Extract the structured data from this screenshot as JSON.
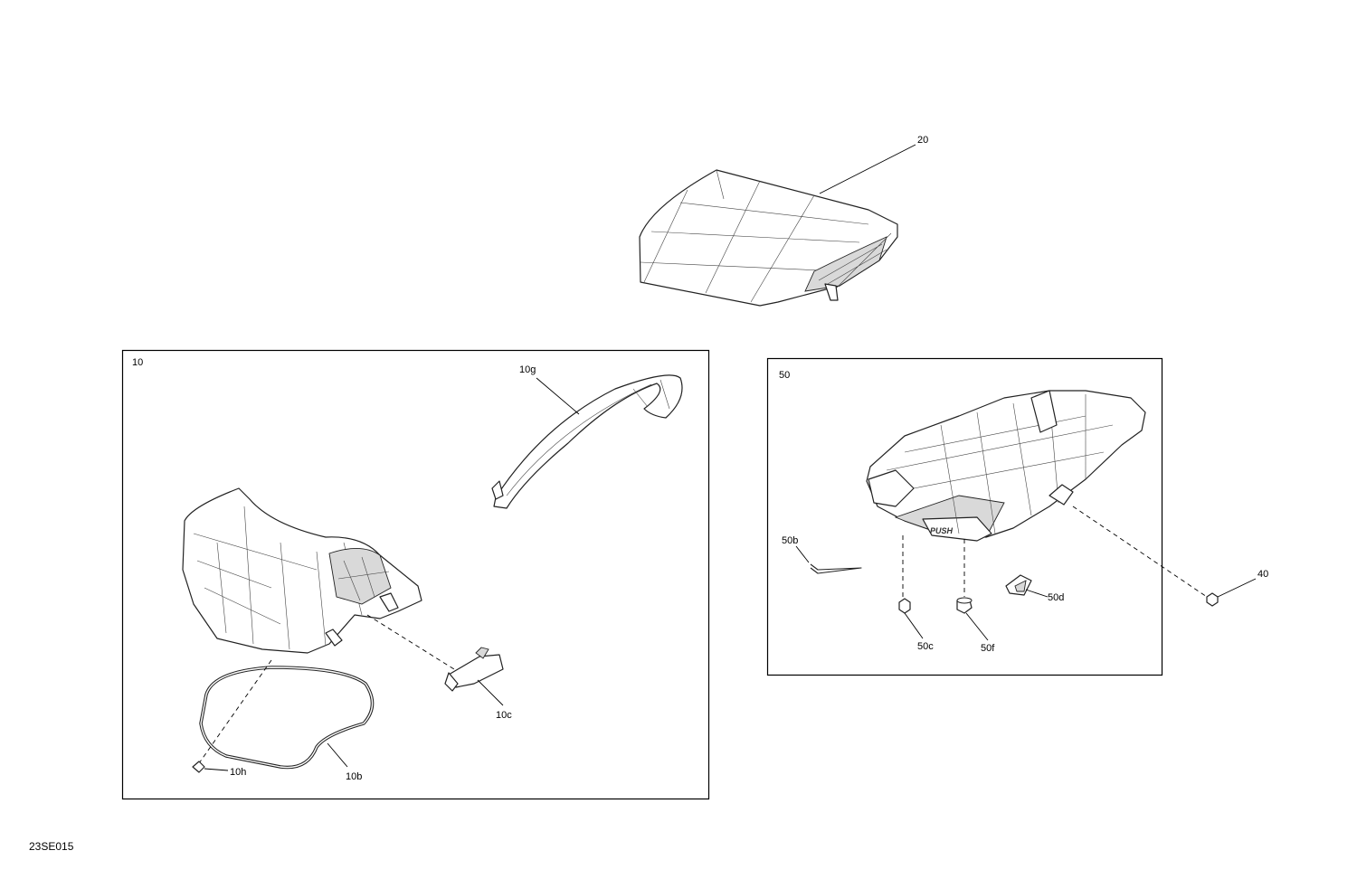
{
  "drawing_code": "23SE015",
  "callouts": {
    "p20": "20",
    "p10": "10",
    "p10g": "10g",
    "p10c": "10c",
    "p10h": "10h",
    "p10b": "10b",
    "p50": "50",
    "p50b": "50b",
    "p50c": "50c",
    "p50f": "50f",
    "p50d": "50d",
    "p40": "40"
  },
  "embossed_text": "PUSH"
}
